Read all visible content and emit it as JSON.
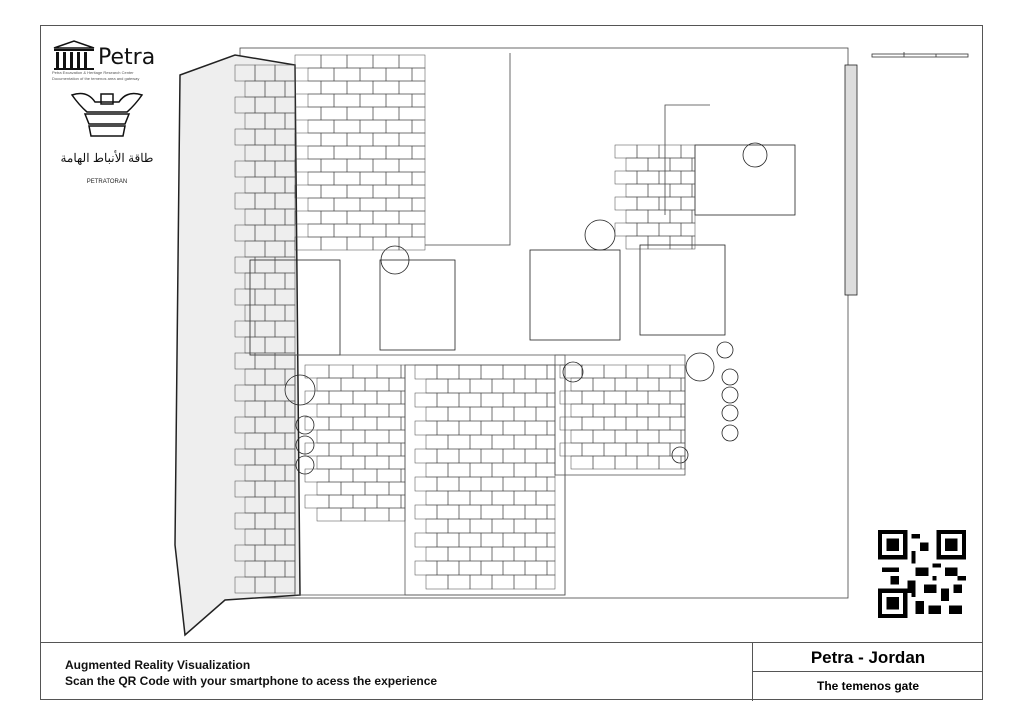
{
  "logo": {
    "name": "Petra",
    "tagline_1": "Petra Excavation & Heritage Research Center",
    "tagline_2": "Documentation of the temenos area and gateway",
    "arabic": "طاقة الأنباط الهامة",
    "caption": "PETRATORAN"
  },
  "footer": {
    "line1": "Augmented Reality Visualization",
    "line2": "Scan the QR Code with your smartphone to acess the experience",
    "title": "Petra - Jordan",
    "subtitle": "The temenos gate"
  }
}
